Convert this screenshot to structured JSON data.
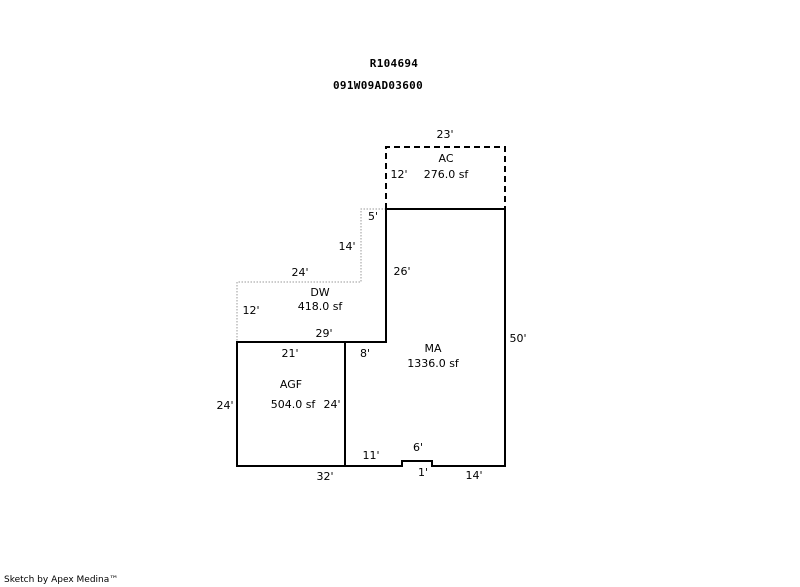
{
  "header": {
    "parcel_id": "R104694",
    "map_number": "091W09AD03600"
  },
  "areas": {
    "ac": {
      "code": "AC",
      "area": "276.0 sf"
    },
    "dw": {
      "code": "DW",
      "area": "418.0 sf"
    },
    "ma": {
      "code": "MA",
      "area": "1336.0 sf"
    },
    "agf": {
      "code": "AGF",
      "area": "504.0 sf"
    }
  },
  "dimensions": {
    "ac_top": "23'",
    "ac_left": "12'",
    "dw_step": "5'",
    "dw_upper_side": "14'",
    "dw_top": "24'",
    "dw_left": "12'",
    "dw_bottom": "29'",
    "ma_left_upper": "26'",
    "ma_right": "50'",
    "ma_left_lower": "8'",
    "agf_top": "21'",
    "agf_left": "24'",
    "agf_right": "24'",
    "agf_bottom": "32'",
    "ma_bottom_left": "11'",
    "notch_top": "6'",
    "notch_depth": "1'",
    "ma_bottom_right": "14'"
  },
  "line_styles": {
    "ac": "dashed",
    "dw": "dotted",
    "ma": "solid",
    "agf": "solid"
  },
  "colors": {
    "outline": "#000000",
    "dotted_outline": "#9a9a9a",
    "background": "#ffffff"
  },
  "footer": {
    "credit": "Sketch by Apex Medina™"
  }
}
